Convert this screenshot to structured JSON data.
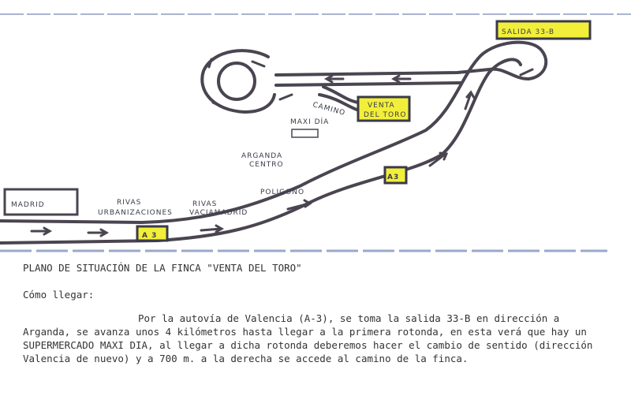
{
  "map": {
    "labels": {
      "madrid": "MADRID",
      "rivas_urb_1": "RIVAS",
      "rivas_urb_2": "URBANIZACIONES",
      "rivas_vac_1": "RIVAS",
      "rivas_vac_2": "VACIAMADRID",
      "poligono": "POLIGONO",
      "arganda_1": "ARGANDA",
      "arganda_2": "CENTRO",
      "maxi_dia": "MAXI DÍA",
      "camino": "CAMINO",
      "venta_1": "VENTA",
      "venta_2": "DEL TORO",
      "salida": "SALIDA 33-B",
      "a3_lower": "A 3",
      "a3_upper": "A3"
    },
    "highlight_color": "#f2ef3a",
    "scan_line_color": "#9aa8c8"
  },
  "document": {
    "title": "PLANO DE SITUACIÓN DE LA FINCA \"VENTA DEL TORO\"",
    "subtitle": "Cómo llegar:",
    "body": "Por la autovía de Valencia (A-3), se toma la salida 33-B en dirección a Arganda, se avanza unos 4 kilómetros hasta llegar a la primera rotonda, en esta verá que hay un SUPERMERCADO MAXI DIA, al llegar a dicha rotonda deberemos hacer el cambio de sentido (dirección Valencia de nuevo) y a 700 m. a la derecha se accede al camino de la finca."
  }
}
